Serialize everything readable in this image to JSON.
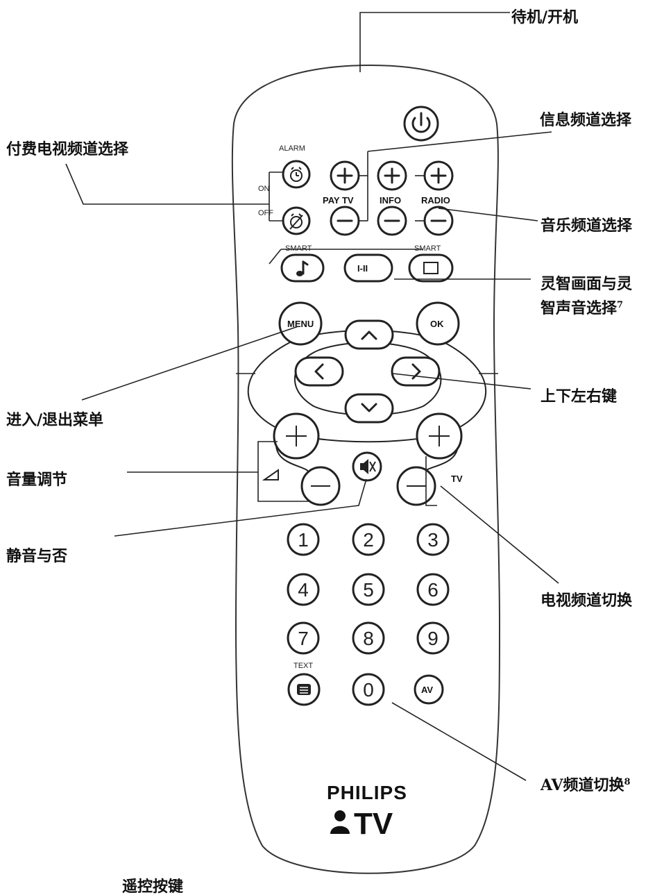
{
  "callouts": {
    "standby": "待机/开机",
    "info": "信息频道选择",
    "pay_tv": "付费电视频道选择",
    "radio": "音乐频道选择",
    "smart_line1": "灵智画面与灵",
    "smart_line2": "智声音选择",
    "smart_note": "7",
    "menu": "进入/退出菜单",
    "arrows": "上下左右键",
    "volume": "音量调节",
    "mute": "静音与否",
    "channel": "电视频道切换",
    "av": "AV频道切换",
    "av_note": "8"
  },
  "caption": "遥控按键",
  "remote": {
    "alarm": "ALARM",
    "on": "ON",
    "off": "OFF",
    "pay_tv": "PAY TV",
    "info": "INFO",
    "radio": "RADIO",
    "smart_left": "SMART",
    "smart_right": "SMART",
    "dual": "I-II",
    "menu": "MENU",
    "ok": "OK",
    "tv": "TV",
    "text": "TEXT",
    "av": "AV",
    "digits": [
      "1",
      "2",
      "3",
      "4",
      "5",
      "6",
      "7",
      "8",
      "9",
      "0"
    ],
    "brand": "PHILIPS",
    "brand_tv": "TV"
  },
  "icons": {
    "power": "power-icon",
    "alarm_on": "alarm-clock-icon",
    "alarm_off": "alarm-off-icon",
    "plus": "plus-icon",
    "minus": "minus-icon",
    "sound": "music-note-icon",
    "picture": "picture-frame-icon",
    "up": "chevron-up-icon",
    "down": "chevron-down-icon",
    "left": "chevron-left-icon",
    "right": "chevron-right-icon",
    "mute": "mute-speaker-icon",
    "volume": "volume-wedge-icon",
    "teletext": "teletext-icon",
    "logo": "philips-logo-icon"
  }
}
